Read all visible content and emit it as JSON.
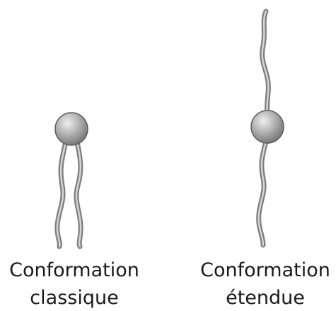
{
  "figure": {
    "left": {
      "line1": "Conformation",
      "line2": "classique"
    },
    "right": {
      "line1": "Conformation",
      "line2": "étendue"
    }
  },
  "colors": {
    "background": "#ffffff",
    "tail": "#8a8a8a",
    "tail_inner": "#d9d9d9",
    "head_light": "#e0e0e0",
    "head_dark": "#7a7a7a",
    "text": "#1a1a1a"
  }
}
